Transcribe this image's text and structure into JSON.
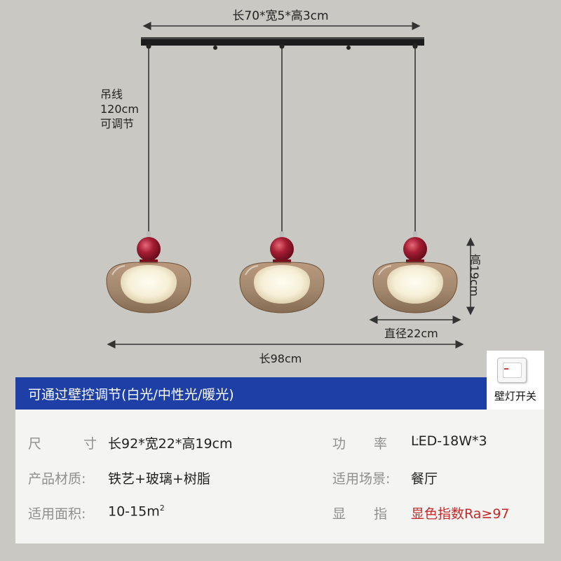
{
  "dimensions": {
    "top": "长70*宽5*高3cm",
    "cable_lines": [
      "吊线",
      "120cm",
      "可调节"
    ],
    "height": "高19cm",
    "diameter": "直径22cm",
    "length": "长98cm"
  },
  "colors": {
    "banner": "#1e3fa6",
    "accent": "#c42a2a",
    "ball": "#8e1426",
    "shade": "#9b7a5a",
    "background": "#c9c8c3"
  },
  "banner": {
    "text": "可通过壁控调节(白光/中性光/暖光)"
  },
  "switch": {
    "label": "壁灯开关",
    "icon": "wall-switch-icon"
  },
  "specs": {
    "rows": [
      {
        "label1": "尺寸",
        "value1": "长92*宽22*高19cm",
        "label2": "功率",
        "value2": "LED-18W*3"
      },
      {
        "label1": "产品材质",
        "value1": "铁艺+玻璃+树脂",
        "label2": "适用场景",
        "value2": "餐厅"
      },
      {
        "label1": "适用面积",
        "value1": "10-15m",
        "value1_sup": "2",
        "label2": "显指",
        "value2": "显色指数Ra≥97"
      }
    ]
  }
}
